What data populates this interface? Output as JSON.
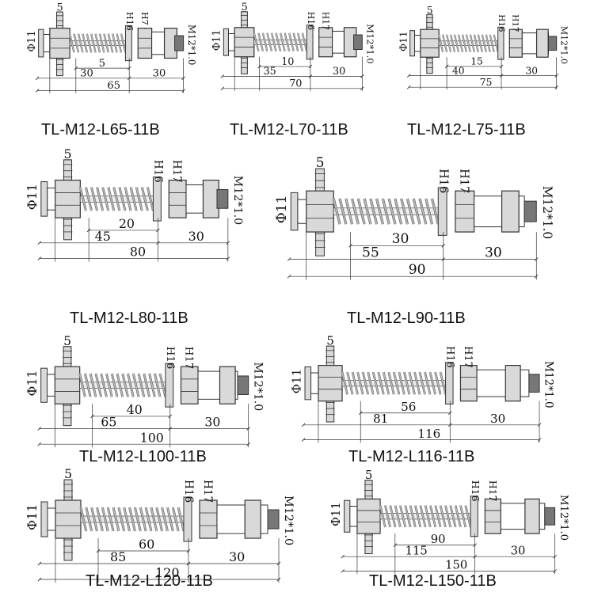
{
  "colors": {
    "line": "#333333",
    "metal": "#d9d9d9",
    "dark": "#777777",
    "text": "#111111"
  },
  "thread_label": "M12*1.0",
  "panels": [
    {
      "model": "TL-M12-L65-11B",
      "port": "5",
      "dia": "Φ11",
      "nut1": "H16",
      "nut2": "H7",
      "dims": [
        "5",
        "30",
        "30",
        "65"
      ]
    },
    {
      "model": "TL-M12-L70-11B",
      "port": "5",
      "dia": "Φ11",
      "nut1": "H16",
      "nut2": "H17",
      "dims": [
        "10",
        "35",
        "30",
        "70"
      ]
    },
    {
      "model": "TL-M12-L75-11B",
      "port": "5",
      "dia": "Φ11",
      "nut1": "H16",
      "nut2": "H17",
      "dims": [
        "15",
        "40",
        "30",
        "75"
      ]
    },
    {
      "model": "TL-M12-L80-11B",
      "port": "5",
      "dia": "Φ11",
      "nut1": "H16",
      "nut2": "H17",
      "dims": [
        "20",
        "45",
        "30",
        "80"
      ]
    },
    {
      "model": "TL-M12-L90-11B",
      "port": "5",
      "dia": "Φ11",
      "nut1": "H16",
      "nut2": "H17",
      "dims": [
        "30",
        "55",
        "30",
        "90"
      ]
    },
    {
      "model": "TL-M12-L100-11B",
      "port": "5",
      "dia": "Φ11",
      "nut1": "H16",
      "nut2": "H17",
      "dims": [
        "40",
        "65",
        "30",
        "100"
      ]
    },
    {
      "model": "TL-M12-L116-11B",
      "port": "5",
      "dia": "Φ11",
      "nut1": "H16",
      "nut2": "H17",
      "dims": [
        "56",
        "81",
        "30",
        "116"
      ]
    },
    {
      "model": "TL-M12-L120-11B",
      "port": "5",
      "dia": "Φ11",
      "nut1": "H16",
      "nut2": "H17",
      "dims": [
        "60",
        "85",
        "30",
        "120"
      ]
    },
    {
      "model": "TL-M12-L150-11B",
      "port": "5",
      "dia": "Φ11",
      "nut1": "H16",
      "nut2": "H17",
      "dims": [
        "90",
        "115",
        "30",
        "150"
      ]
    }
  ]
}
